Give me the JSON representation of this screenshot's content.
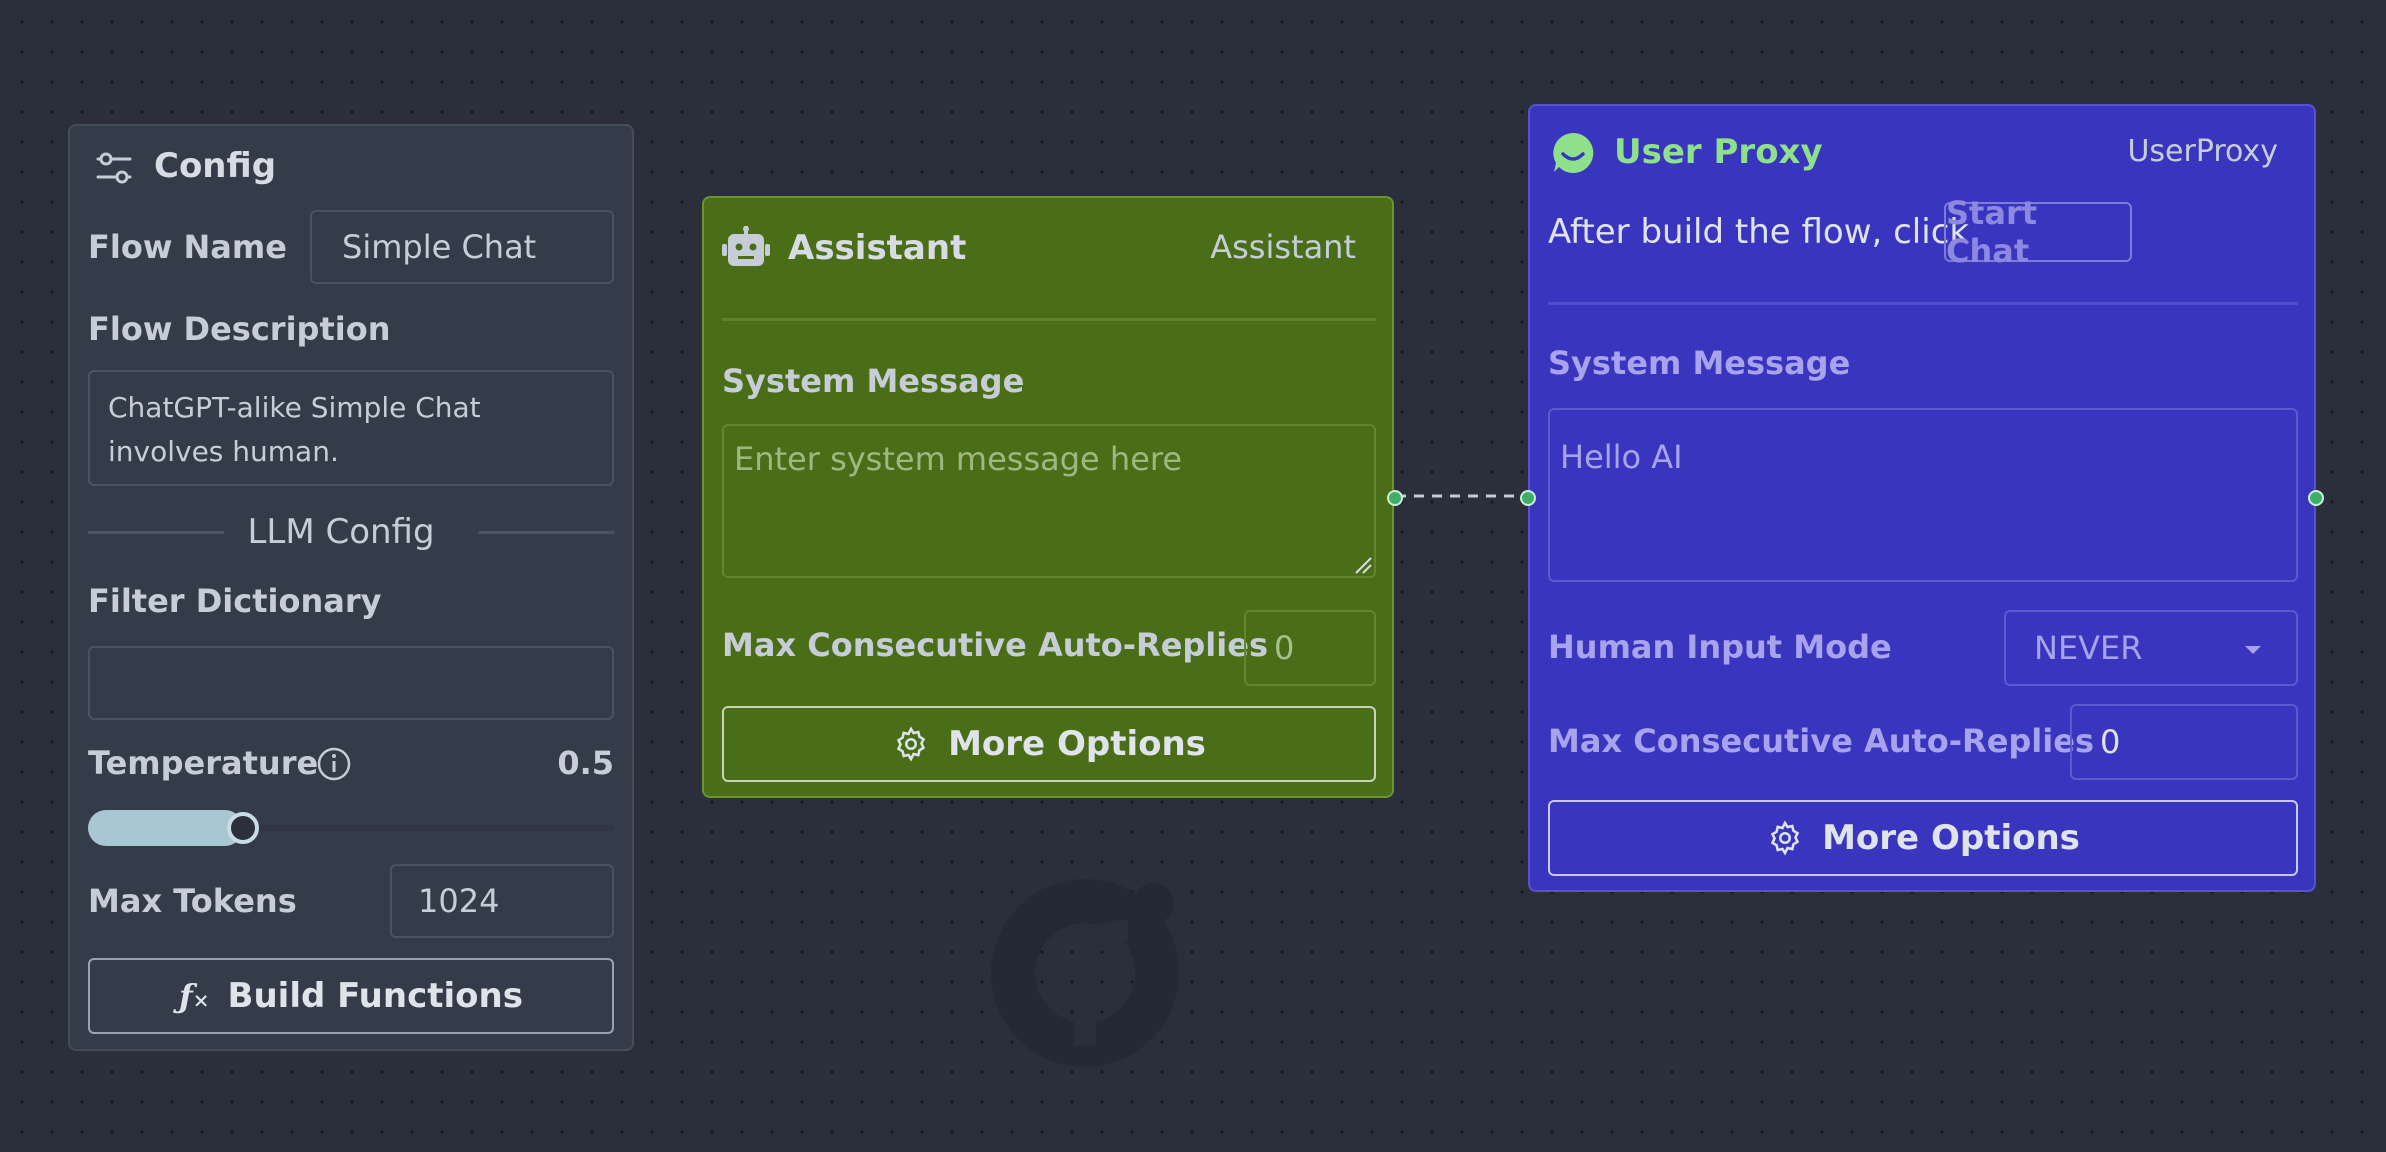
{
  "config": {
    "title": "Config",
    "title_icon": "sliders-icon",
    "flow_name_label": "Flow Name",
    "flow_name_value": "Simple Chat",
    "flow_description_label": "Flow Description",
    "flow_description_value": "ChatGPT-alike Simple Chat involves human.",
    "llm_config_title": "LLM Config",
    "filter_dictionary_label": "Filter Dictionary",
    "filter_dictionary_value": "",
    "temperature_label": "Temperature",
    "temperature_value": "0.5",
    "temperature_fraction": 0.5,
    "max_tokens_label": "Max Tokens",
    "max_tokens_value": "1024",
    "build_functions_label": "Build Functions",
    "build_functions_icon": "function-icon"
  },
  "assistant": {
    "title": "Assistant",
    "title_icon": "robot-icon",
    "type_label": "Assistant",
    "system_message_label": "System Message",
    "system_message_placeholder": "Enter system message here",
    "max_auto_replies_label": "Max Consecutive Auto-Replies",
    "max_auto_replies_value": "0",
    "more_options_label": "More Options",
    "more_options_icon": "gear-icon"
  },
  "user_proxy": {
    "title": "User Proxy",
    "title_icon": "chat-bubble-icon",
    "type_label": "UserProxy",
    "hint_text": "After build the flow, click",
    "start_chat_label": "Start Chat",
    "system_message_label": "System Message",
    "system_message_placeholder": "Hello AI",
    "human_input_mode_label": "Human Input Mode",
    "human_input_mode_value": "NEVER",
    "max_auto_replies_label": "Max Consecutive Auto-Replies",
    "max_auto_replies_value": "0",
    "more_options_label": "More Options",
    "more_options_icon": "gear-icon"
  },
  "colors": {
    "canvas_bg": "#2a2f3b",
    "config_bg": "#343b49",
    "assistant_bg": "#4a6e18",
    "user_proxy_bg": "#3a35be",
    "accent_green": "#8fe08a",
    "edge_color": "#c7cdd7"
  }
}
